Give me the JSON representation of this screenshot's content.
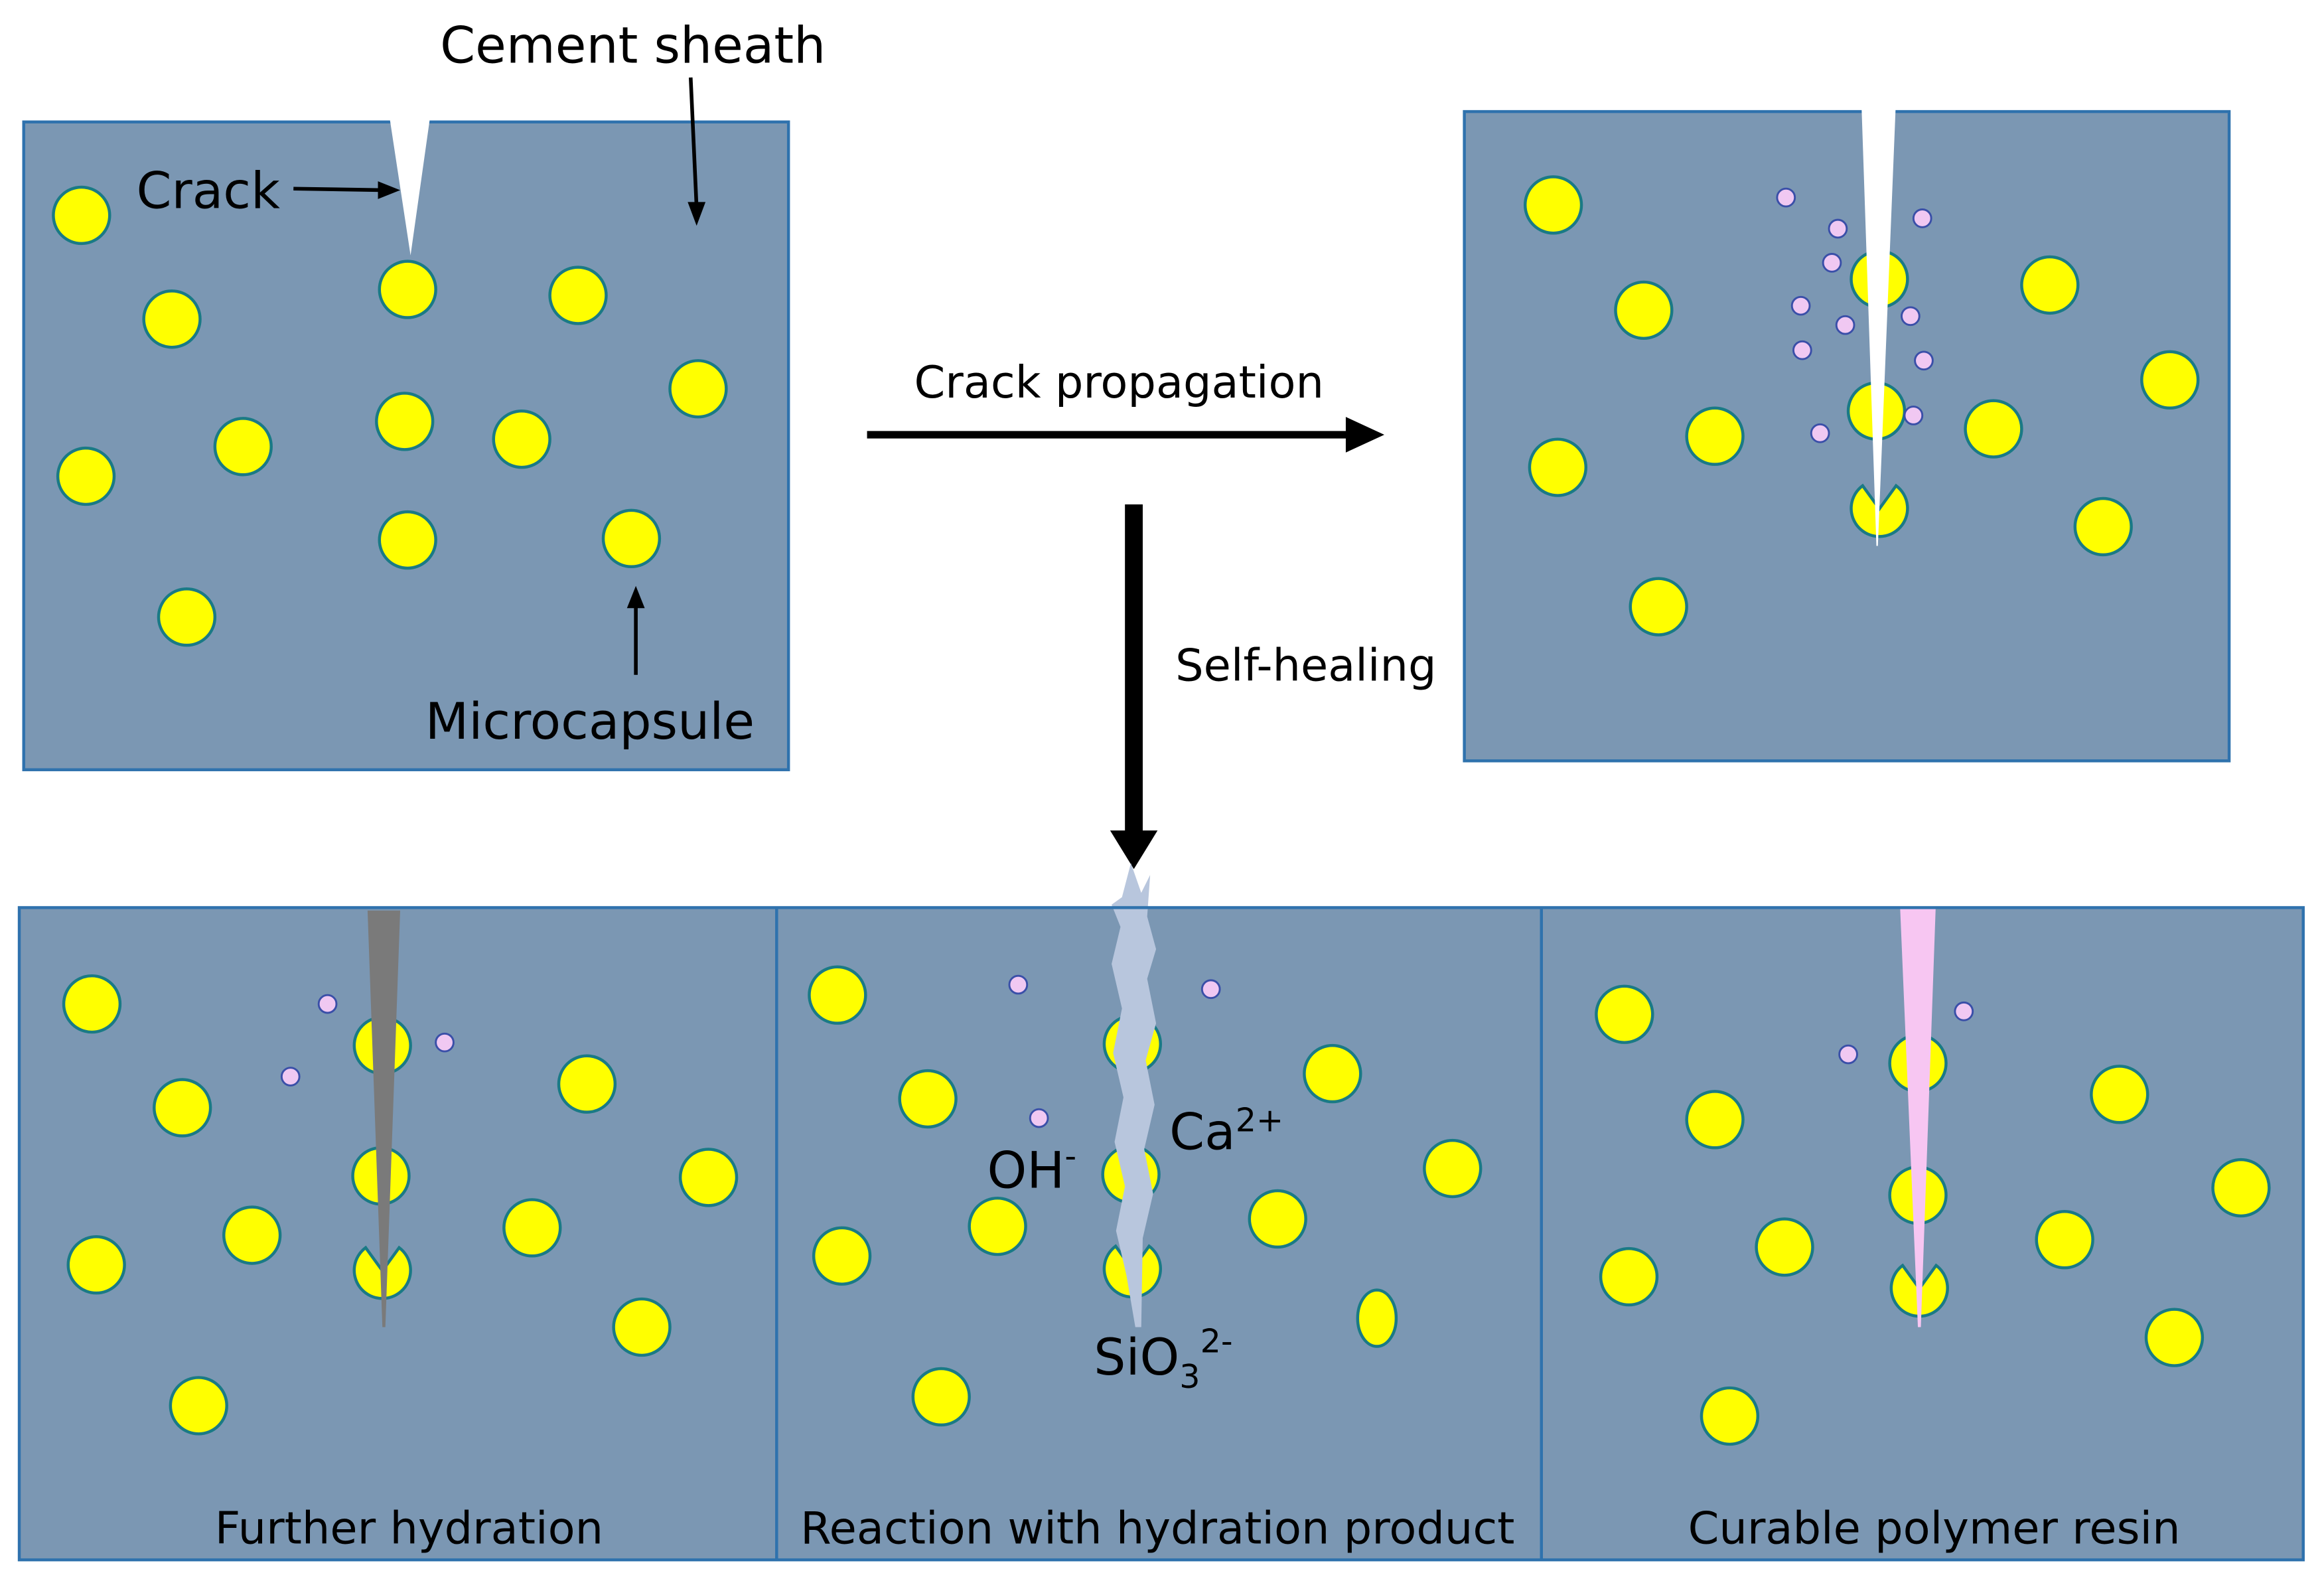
{
  "labels": {
    "cement_sheath": "Cement sheath",
    "crack": "Crack",
    "microcapsule": "Microcapsule",
    "crack_propagation": "Crack propagation",
    "self_healing": "Self-healing",
    "further_hydration": "Further hydration",
    "reaction_with_hydration_product": "Reaction with hydration product",
    "curable_polymer_resin": "Curable polymer resin",
    "oh_base": "OH",
    "oh_sup": "-",
    "ca_base": "Ca",
    "ca_sup": "2+",
    "sio_base": "SiO",
    "sio_sub": "3",
    "sio_sup": "2-"
  },
  "colors": {
    "matrix": "#7b97b3",
    "border": "#2f72ad",
    "capsule": "#ffff00",
    "capsule_outline": "#1a7a85",
    "particle": "#f0c8f2",
    "particle_outline": "#3a4fa8",
    "crack_open": "#ffffff",
    "crack_hydration": "#7a7a7a",
    "crack_reaction": "#b8c6dd",
    "crack_resin": "#f7c6f2",
    "arrow": "#000000"
  }
}
